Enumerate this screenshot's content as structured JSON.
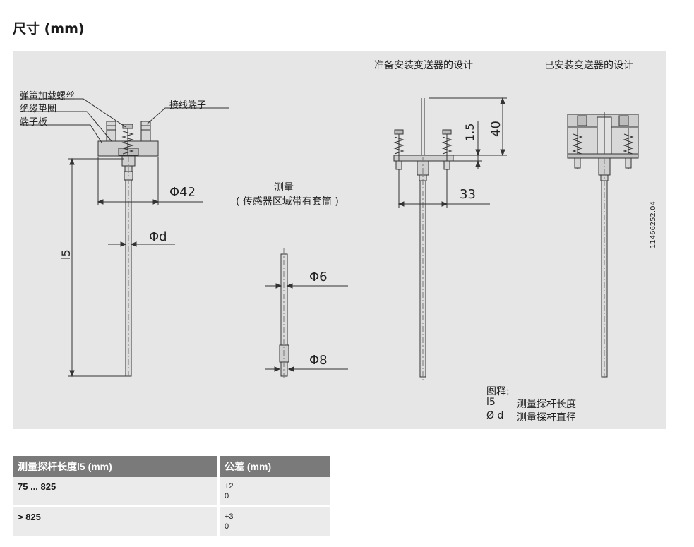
{
  "title": "尺寸 (mm)",
  "diagram": {
    "heading_prepared": "准备安装变送器的设计",
    "heading_installed": "已安装变送器的设计",
    "callouts": {
      "spring": "弹簧加载螺丝",
      "insulating": "绝缘垫圈",
      "terminal_board": "端子板",
      "terminals": "接线端子"
    },
    "dims": {
      "phi42": "Φ42",
      "phid": "Φd",
      "l5": "l5",
      "phi6": "Φ6",
      "phi8": "Φ8",
      "d15": "1.5",
      "d40": "40",
      "d33": "33"
    },
    "measure_title": "测量",
    "measure_sub": "( 传感器区域带有套筒 )",
    "drawing_id": "11466252.04",
    "legend": {
      "title": "图释:",
      "items": [
        {
          "sym": "l5",
          "text": "测量探杆长度"
        },
        {
          "sym": "Ø d",
          "text": "测量探杆直径"
        }
      ]
    }
  },
  "table": {
    "headers": [
      "测量探杆长度l5 (mm)",
      "公差 (mm)"
    ],
    "rows": [
      {
        "length": "75 ... 825",
        "tol_plus": "+2",
        "tol_minus": "0"
      },
      {
        "length": "> 825",
        "tol_plus": "+3",
        "tol_minus": "0"
      }
    ]
  }
}
